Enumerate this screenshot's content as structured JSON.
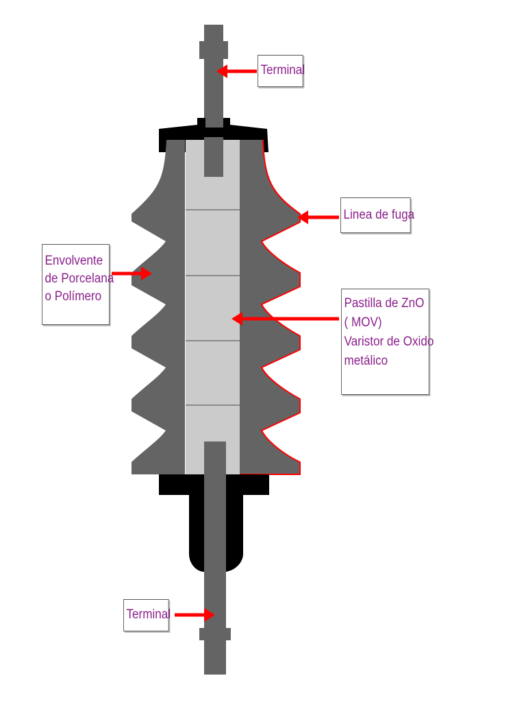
{
  "labels": {
    "terminal_top": "Terminal",
    "linea_fuga": "Linea de fuga",
    "envolvente": [
      "Envolvente",
      "de Porcelana",
      "o Polímero"
    ],
    "pastilla": [
      "Pastilla de ZnO",
      "( MOV)",
      "Varistor de Oxido",
      "metálico"
    ],
    "terminal_bottom": "Terminal"
  },
  "colors": {
    "housing": "#646464",
    "rod": "#646464",
    "cap": "#000000",
    "disc": "#cbcbcb",
    "leakage_line": "#ff0000",
    "arrow": "#ff0000",
    "label_text": "#8b1f8b"
  }
}
